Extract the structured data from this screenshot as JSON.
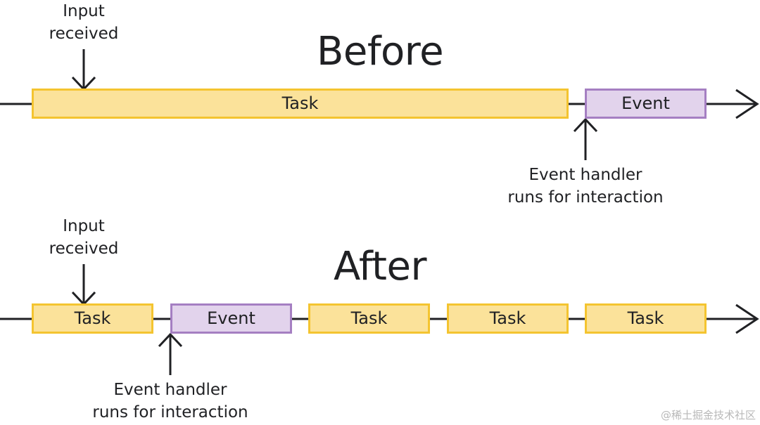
{
  "before": {
    "title": "Before",
    "input_label": [
      "Input",
      "received"
    ],
    "handler_label": [
      "Event handler",
      "runs for interaction"
    ],
    "blocks": [
      {
        "kind": "task",
        "label": "Task"
      },
      {
        "kind": "event",
        "label": "Event"
      }
    ]
  },
  "after": {
    "title": "After",
    "input_label": [
      "Input",
      "received"
    ],
    "handler_label": [
      "Event handler",
      "runs for interaction"
    ],
    "blocks": [
      {
        "kind": "task",
        "label": "Task"
      },
      {
        "kind": "event",
        "label": "Event"
      },
      {
        "kind": "task",
        "label": "Task"
      },
      {
        "kind": "task",
        "label": "Task"
      },
      {
        "kind": "task",
        "label": "Task"
      }
    ]
  },
  "colors": {
    "task_fill": "#fbe29a",
    "task_border": "#f4c430",
    "event_fill": "#e2d3ec",
    "event_border": "#a57fc2",
    "line": "#202124"
  },
  "watermark": "@稀土掘金技术社区"
}
